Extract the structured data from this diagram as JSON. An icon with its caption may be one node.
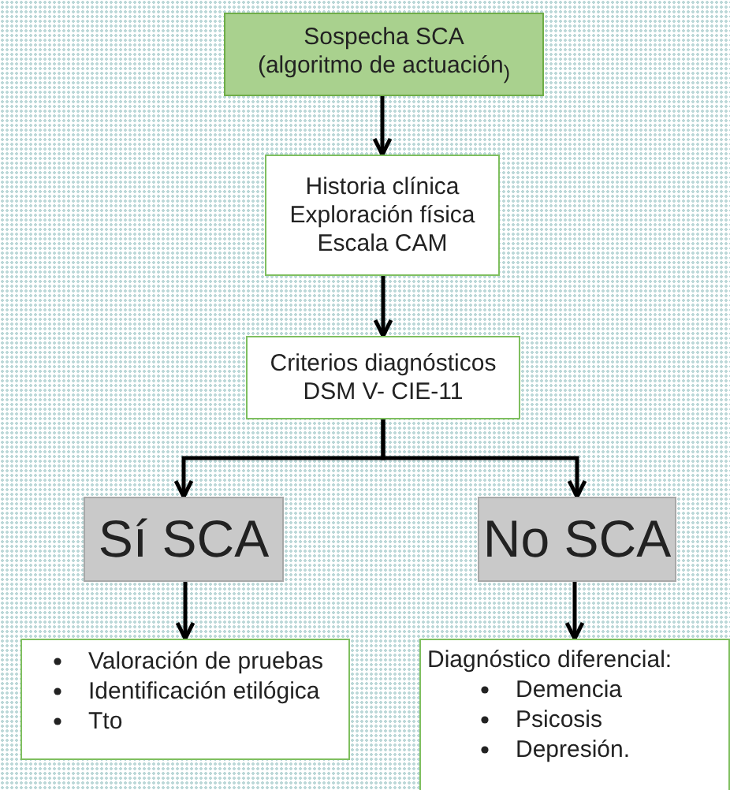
{
  "diagram": {
    "nodes": [
      {
        "text": [
          "Sospecha SCA",
          "(algoritmo de actuación$_{)}$"
        ]
      },
      {
        "text": [
          "Historia clínica",
          "Exploración física",
          "Escala CAM"
        ]
      },
      {
        "text": [
          "Criterios diagnósticos",
          "DSM V- CIE-11"
        ]
      },
      {
        "text": [
          "Sí SCA"
        ]
      },
      {
        "text": [
          "No SCA"
        ]
      },
      {
        "text": [
          "Valoración de pruebas",
          "Identificación etilógica",
          "Tto"
        ]
      },
      {
        "text": [
          "Diagnóstico diferencial:",
          "Demencia",
          "Psicosis",
          "Depresión."
        ]
      }
    ],
    "edges": [
      {
        "from": 0,
        "to": 1,
        "arrow": "to"
      },
      {
        "from": 1,
        "to": 2,
        "arrow": "to"
      },
      {
        "from": 2,
        "to": 3,
        "arrow": "to"
      },
      {
        "from": 2,
        "to": 4,
        "arrow": "to"
      },
      {
        "from": 3,
        "to": 5,
        "arrow": "to"
      },
      {
        "from": 4,
        "to": 6,
        "arrow": "to"
      }
    ]
  }
}
